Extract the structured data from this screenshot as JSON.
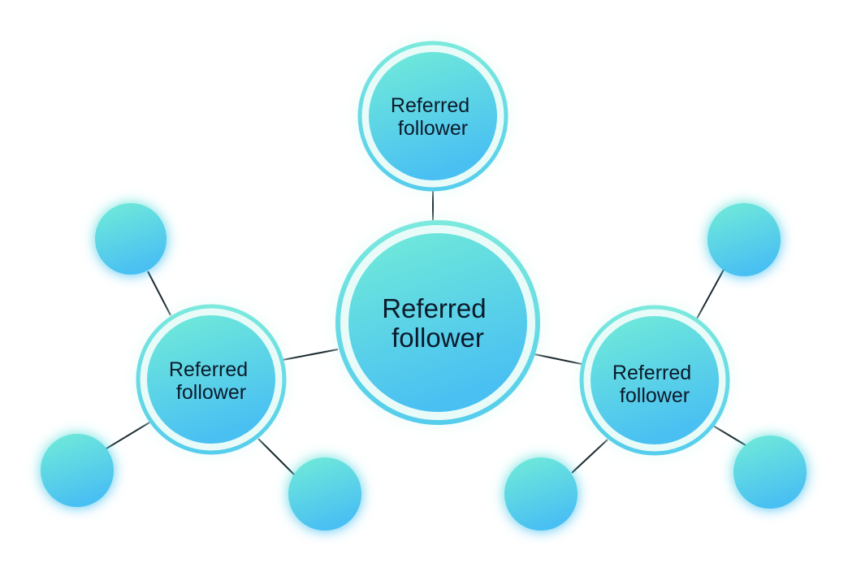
{
  "diagram": {
    "center": {
      "label_line1": "Referred",
      "label_line2": "follower"
    },
    "top": {
      "label_line1": "Referred",
      "label_line2": "follower"
    },
    "left": {
      "label_line1": "Referred",
      "label_line2": "follower"
    },
    "right": {
      "label_line1": "Referred",
      "label_line2": "follower"
    }
  },
  "colors": {
    "gradient_top": "#6ee8d8",
    "gradient_bottom": "#4cc2f2",
    "ring": "#66e0e4",
    "glow": "#8ef0e6",
    "connector": "#1a2a30",
    "text": "#0b1a2a"
  }
}
